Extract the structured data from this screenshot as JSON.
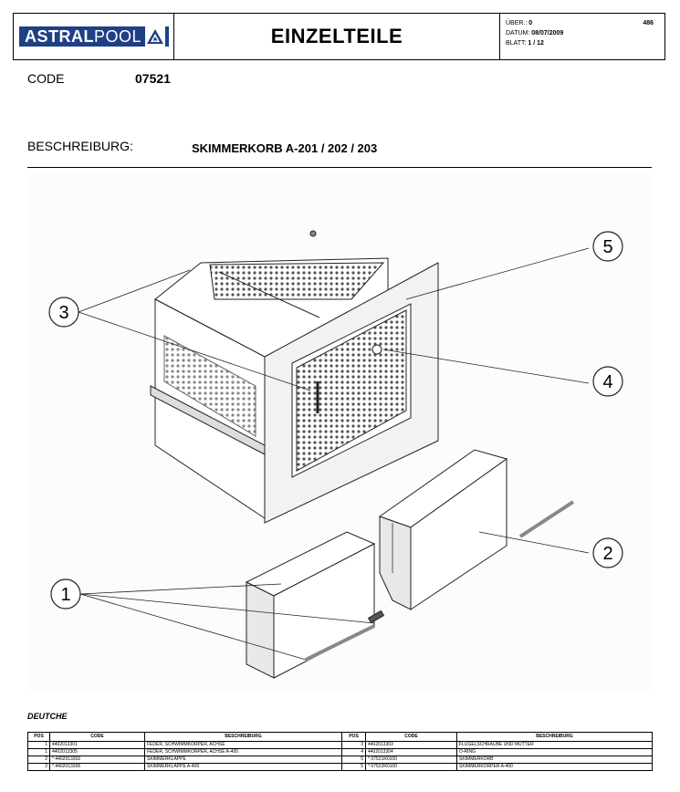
{
  "header": {
    "logo_bold": "ASTRAL",
    "logo_light": "POOL",
    "title": "EINZELTEILE",
    "uber_label": "ÜBER.:",
    "uber_value": "0",
    "page_number": "486",
    "datum_label": "DATUM:",
    "datum_value": "08/07/2009",
    "blatt_label": "BLATT:",
    "blatt_value": "1 / 12"
  },
  "info": {
    "code_label": "CODE",
    "code_value": "07521",
    "desc_label": "BESCHREIBURG:",
    "desc_value": "SKIMMERKORB A-201 / 202 / 203"
  },
  "drawing": {
    "callouts": [
      "1",
      "2",
      "3",
      "4",
      "5"
    ]
  },
  "section_label": "DEUTCHE",
  "table": {
    "headers": [
      "POS",
      "CODE",
      "BESCHREIBURG",
      "POS",
      "CODE",
      "BESCHREIBURG"
    ],
    "rows": [
      [
        "1",
        "4402013301",
        "FEDER, SCHWIMMKÖRPER, ACHSE",
        "3",
        "4402013303",
        "FLÜGELSCHRAUBE UND MUTTER"
      ],
      [
        "1",
        "4402013305",
        "FEDER, SCHWIMMKÖRPER, ACHSE A-400",
        "4",
        "4402013304",
        "O-RING"
      ],
      [
        "2",
        "* 4402013302",
        "SKIMMERKLAPPE",
        "5",
        "* 07521R0100",
        "SKIMMERKORB"
      ],
      [
        "2",
        "* 4402013306",
        "SKIMMERKLAPPE A-400",
        "5",
        "* 07522R0100",
        "SKIMMERKÖRPER A-400"
      ]
    ]
  }
}
